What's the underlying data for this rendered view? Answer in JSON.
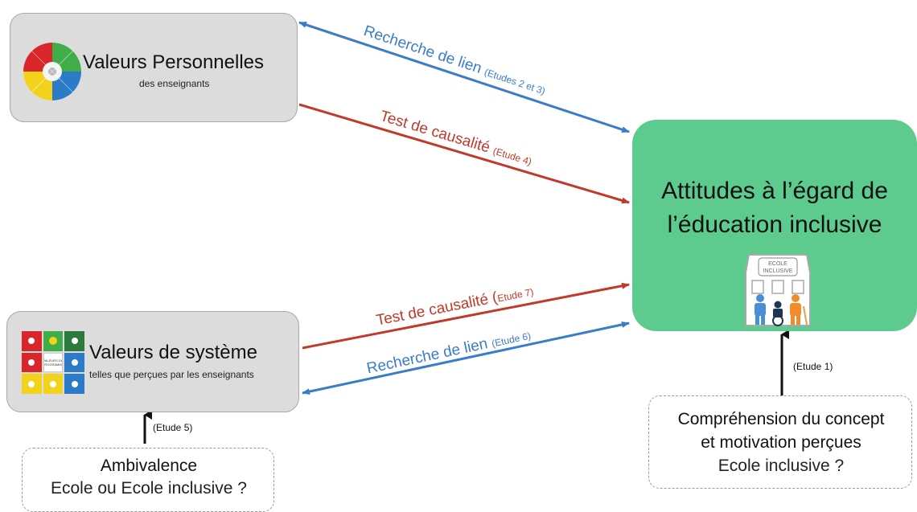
{
  "personal_values": {
    "title": "Valeurs Personnelles",
    "subtitle": "des enseignants",
    "icon": "values-circle-icon"
  },
  "system_values": {
    "title": "Valeurs de système",
    "subtitle": "telles que perçues par les enseignants",
    "icon": "values-grid-icon",
    "grid_center_text": "VALEURS DU PROGRAMME"
  },
  "attitudes": {
    "line1": "Attitudes à l’égard de",
    "line2": "l’éducation inclusive",
    "icon": "inclusive-school-icon",
    "school_sign_line1": "ECOLE",
    "school_sign_line2": "INCLUSIVE"
  },
  "ambivalence": {
    "title": "Ambivalence",
    "subtitle": "Ecole ou Ecole inclusive ?",
    "study": "(Etude 5)"
  },
  "comprehension": {
    "line1": "Compréhension du concept",
    "line2": "et motivation perçues",
    "line3": "Ecole inclusive ?",
    "study": "(Etude 1)"
  },
  "arrows": {
    "top_blue": {
      "main": "Recherche de lien ",
      "small": "(Etudes 2 et 3)"
    },
    "top_red": {
      "main": "Test de causalité ",
      "small": "(Etude 4)"
    },
    "bottom_red": {
      "main": "Test de causalité (",
      "small": "Etude 7)"
    },
    "bottom_blue": {
      "main": "Recherche de lien ",
      "small": "(Etude 6)"
    }
  },
  "colors": {
    "blue": "#3a7cc9",
    "red": "#c0392b",
    "green_box": "#5dcb8e",
    "gray_box": "#dcdcdc"
  }
}
